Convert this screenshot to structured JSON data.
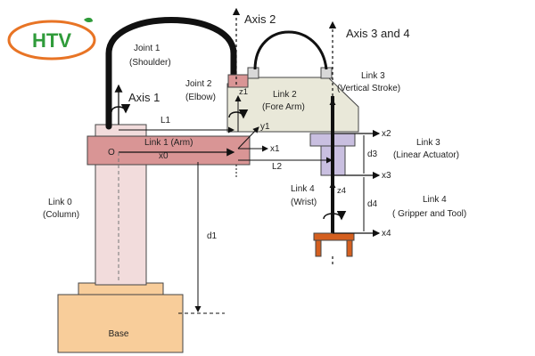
{
  "logo": {
    "text": "HTV"
  },
  "colors": {
    "column_fill": "#f2dcdc",
    "arm_fill": "#d99595",
    "forearm_fill": "#e9e8d9",
    "base_fill": "#f8cd9a",
    "actuator_fill": "#c9bfe0",
    "gripper_fill": "#d45f1f",
    "logo_green": "#2f9b3a",
    "logo_orange": "#e87425"
  },
  "labels": {
    "axis2": "Axis 2",
    "axis34": "Axis 3 and 4",
    "joint1_line1": "Joint 1",
    "joint1_line2": "(Shoulder)",
    "axis1": "Axis 1",
    "joint2_line1": "Joint 2",
    "joint2_line2": "(Elbow)",
    "z1": "z1",
    "link2_line1": "Link 2",
    "link2_line2": "(Fore Arm)",
    "link3_vert_line1": "Link 3",
    "link3_vert_line2": "(Vertical Stroke)",
    "L1": "L1",
    "y1": "y1",
    "link1": "Link 1 (Arm)",
    "O": "O",
    "x0": "x0",
    "x1": "x1",
    "x2": "x2",
    "link3_lin_line1": "Link 3",
    "link3_lin_line2": "(Linear Actuator)",
    "d3": "d3",
    "L2": "L2",
    "x3": "x3",
    "link0_line1": "Link 0",
    "link0_line2": "(Column)",
    "link4_wrist_line1": "Link  4",
    "link4_wrist_line2": "(Wrist)",
    "z4": "z4",
    "d4": "d4",
    "link4_grip_line1": "Link 4",
    "link4_grip_line2": "( Gripper and Tool)",
    "x4": "x4",
    "d1": "d1",
    "base": "Base"
  }
}
